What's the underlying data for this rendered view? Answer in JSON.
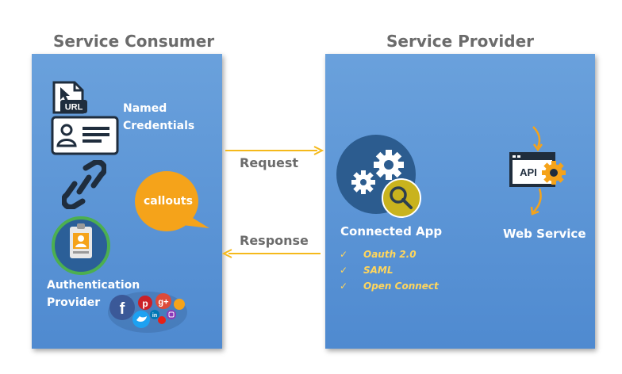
{
  "consumer": {
    "title": "Service Consumer",
    "named_credentials_label_1": "Named",
    "named_credentials_label_2": "Credentials",
    "url_badge": "URL",
    "callouts_label": "callouts",
    "auth_label_1": "Authentication",
    "auth_label_2": "Provider"
  },
  "provider": {
    "title": "Service Provider",
    "connected_app_label": "Connected App",
    "web_service_label": "Web Service",
    "api_badge": "API",
    "features": [
      "Oauth 2.0",
      "SAML",
      "Open Connect"
    ]
  },
  "arrows": {
    "request_label": "Request",
    "response_label": "Response"
  },
  "colors": {
    "panel": "#5b95d6",
    "arrow": "#f5b91b",
    "callout": "#f5a31a",
    "feature_text": "#ffd65c"
  }
}
